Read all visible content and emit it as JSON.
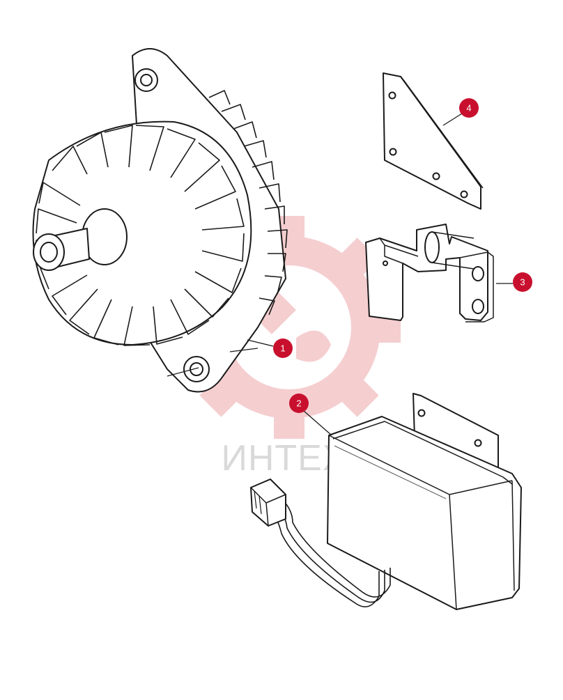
{
  "diagram": {
    "watermark": {
      "text": "ИНТЕХ",
      "logo": "gear-logo",
      "color": "#f4c9cc",
      "text_color": "#d9d9d9"
    },
    "callout_color": "#c8102e",
    "parts": [
      {
        "number": "1",
        "name": "alternator"
      },
      {
        "number": "2",
        "name": "voltage-regulator"
      },
      {
        "number": "3",
        "name": "mounting-bracket"
      },
      {
        "number": "4",
        "name": "mounting-plate"
      }
    ]
  }
}
